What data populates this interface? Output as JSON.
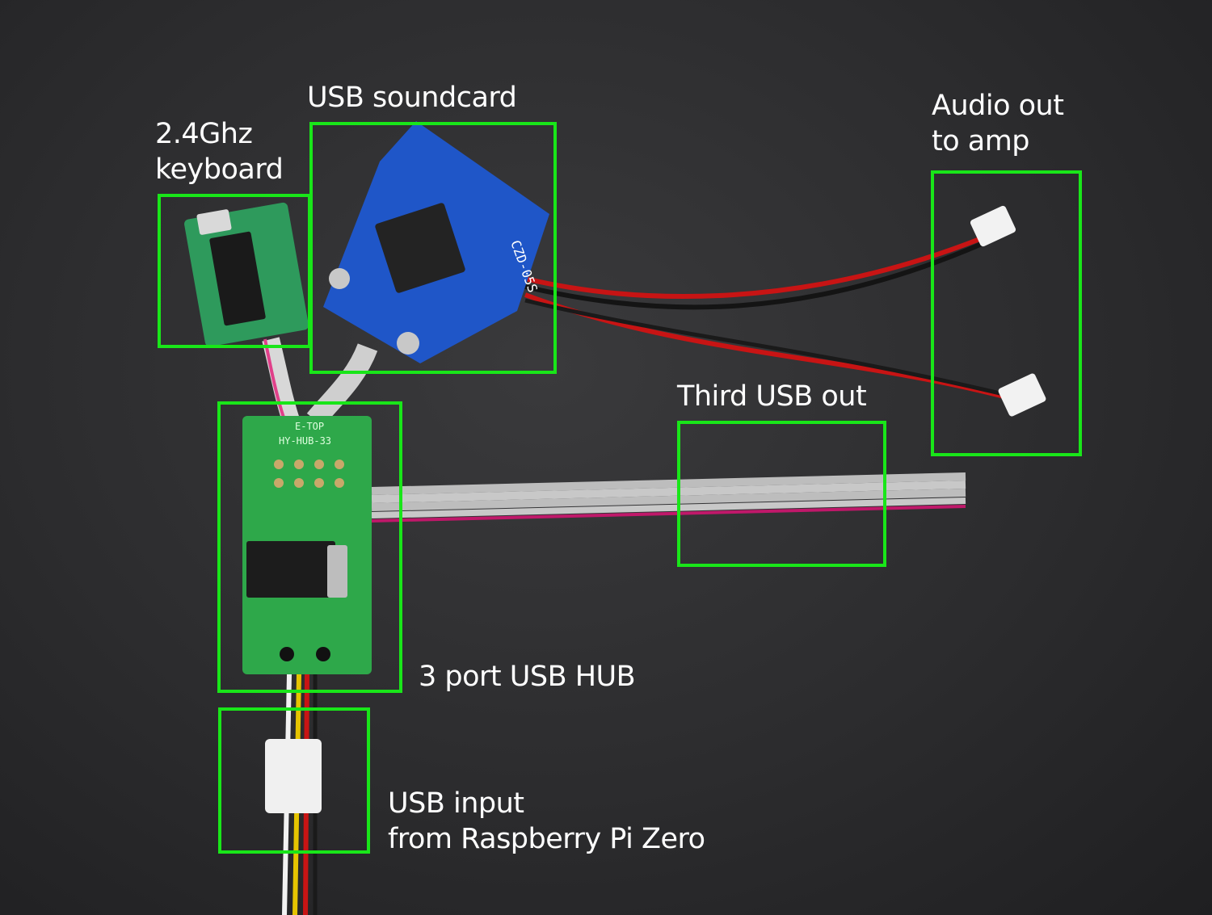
{
  "annotations": {
    "keyboard": "2.4Ghz\nkeyboard",
    "soundcard": "USB soundcard",
    "audio_out": "Audio out\nto amp",
    "third_usb": "Third USB out",
    "hub": "3 port USB HUB",
    "usb_input": "USB input\nfrom Raspberry Pi Zero"
  },
  "pcb_markings": {
    "soundcard": "CZD-05S",
    "hub_top": "E-TOP",
    "hub_model": "HY-HUB-33"
  },
  "colors": {
    "highlight_box": "#19e619",
    "annotation_text": "#ffffff",
    "background": "#2c2c2e",
    "soundcard_pcb": "#1f56c8",
    "hub_pcb": "#2ea84a",
    "keyboard_pcb": "#2e9a5c"
  }
}
